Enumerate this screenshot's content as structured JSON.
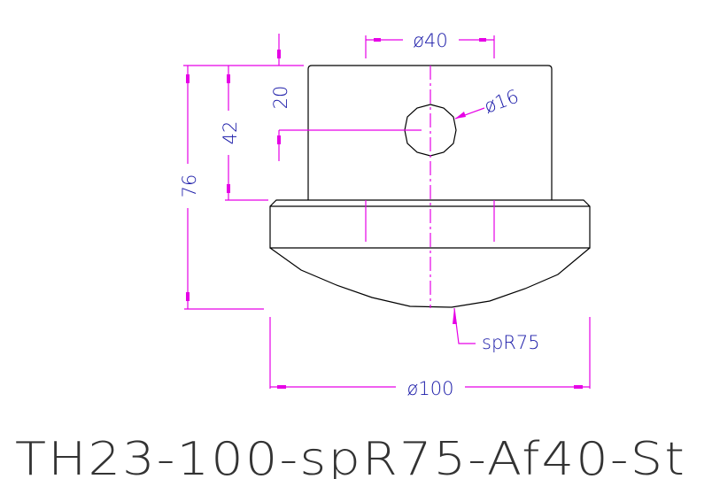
{
  "drawing": {
    "title": "TH23-100-spR75-Af40-St",
    "dimensions": {
      "top_diameter": "ø40",
      "hole_diameter": "ø16",
      "hole_height": "20",
      "upper_height": "42",
      "total_height": "76",
      "spherical_radius": "spR75",
      "base_diameter": "ø100"
    },
    "colors": {
      "object": "#000000",
      "dimension_lines": "#e600e6",
      "dimension_text": "#1a1aa8"
    }
  }
}
